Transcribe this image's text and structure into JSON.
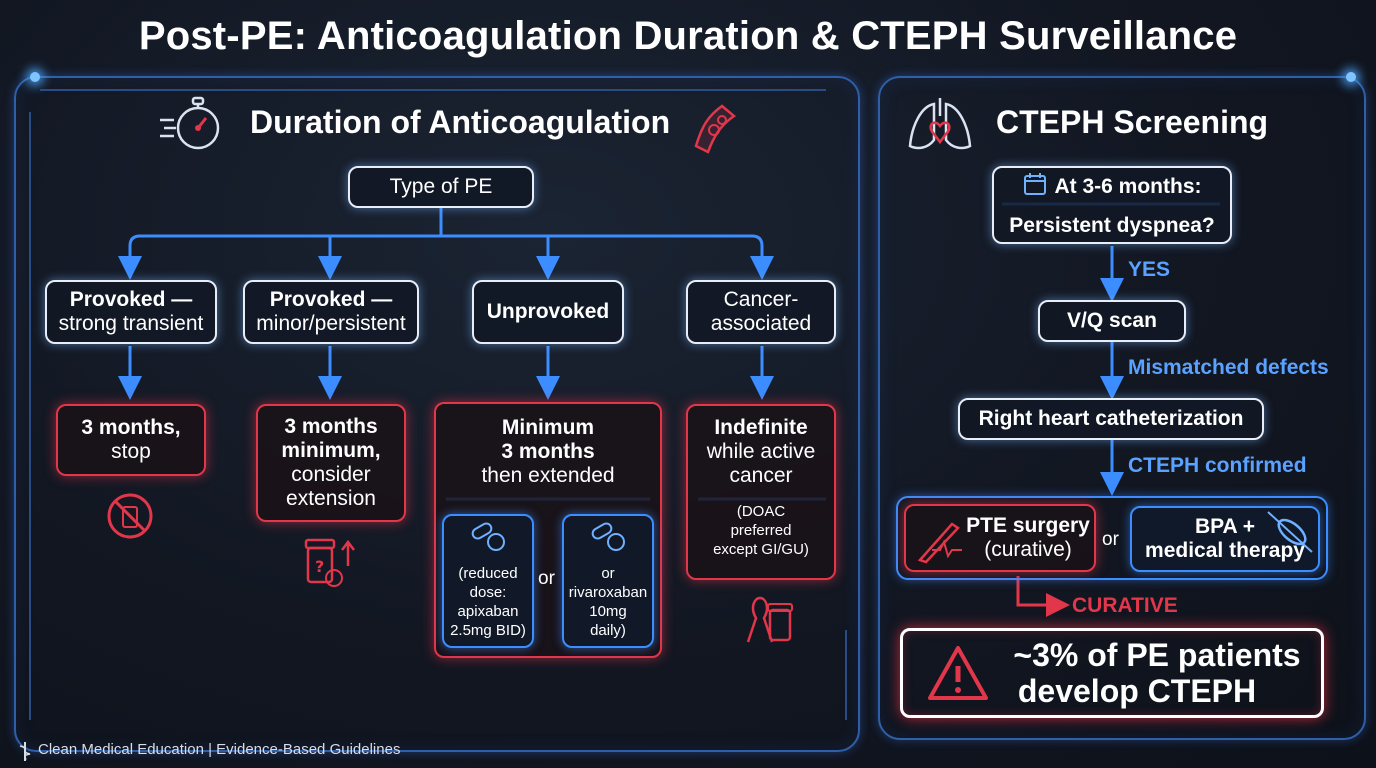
{
  "title": "Post-PE: Anticoagulation Duration & CTEPH Surveillance",
  "left": {
    "heading": "Duration of Anticoagulation",
    "root": "Type of PE",
    "types": [
      {
        "line1": "Provoked —",
        "line2": "strong transient"
      },
      {
        "line1": "Provoked —",
        "line2": "minor/persistent"
      },
      {
        "line1": "Unprovoked",
        "line2": ""
      },
      {
        "line1": "Cancer-",
        "line2": "associated"
      }
    ],
    "outcomes": [
      {
        "line1": "3 months,",
        "line2": "stop",
        "line3": ""
      },
      {
        "line1": "3 months",
        "line2": "minimum,",
        "line3": "consider",
        "line4": "extension"
      },
      {
        "line1": "Minimum",
        "line2": "3 months",
        "line3": "then extended"
      },
      {
        "line1": "Indefinite",
        "line2": "while active",
        "line3": "cancer"
      }
    ],
    "unprovoked_options": {
      "opt1": [
        "(reduced",
        "dose:",
        "apixaban",
        "2.5mg BID)"
      ],
      "or": "or",
      "opt2": [
        "or",
        "rivaroxaban",
        "10mg",
        "daily)"
      ]
    },
    "cancer_note": [
      "(DOAC",
      "preferred",
      "except GI/GU)"
    ]
  },
  "right": {
    "heading": "CTEPH Screening",
    "step1_line1": "At 3-6 months:",
    "step1_line2": "Persistent dyspnea?",
    "arrow1": "YES",
    "step2": "V/Q scan",
    "arrow2": "Mismatched defects",
    "step3": "Right heart catheterization",
    "arrow3": "CTEPH confirmed",
    "treat1_line1": "PTE surgery",
    "treat1_line2": "(curative)",
    "treat_or": "or",
    "treat2_line1": "BPA +",
    "treat2_line2": "medical therapy",
    "curative": "CURATIVE",
    "warning_line1": "~3% of PE patients",
    "warning_line2": "develop CTEPH"
  },
  "footer": "Clean Medical Education | Evidence-Based Guidelines",
  "colors": {
    "blue": "#3c8dff",
    "red": "#e2364a",
    "white": "#e8eef8"
  },
  "icons": [
    "stopwatch-icon",
    "blood-vessel-icon",
    "lungs-heart-icon",
    "calendar-icon",
    "no-pill-icon",
    "pill-bottle-question-icon",
    "pills-icon",
    "cancer-ribbon-icon",
    "scalpel-heart-icon",
    "balloon-catheter-icon",
    "warning-icon",
    "caduceus-icon"
  ]
}
